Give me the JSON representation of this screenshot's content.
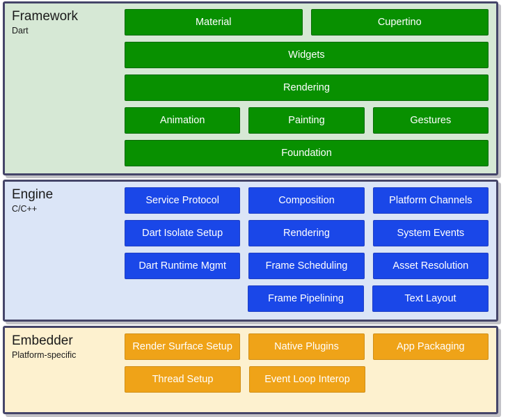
{
  "diagram": {
    "name": "Flutter architectural layers",
    "colors": {
      "framework_panel_bg": "#d6e8d5",
      "framework_box": "#089000",
      "engine_panel_bg": "#dbe5f7",
      "engine_box": "#1a47e8",
      "embedder_panel_bg": "#fdf1cf",
      "embedder_box": "#efa318",
      "panel_border": "#454569",
      "box_text": "#ffffff",
      "label_text": "#1a1a1a"
    }
  },
  "layers": [
    {
      "id": "framework",
      "title": "Framework",
      "subtitle": "Dart",
      "rows": [
        [
          {
            "label": "Material",
            "span": 3
          },
          {
            "label": "Cupertino",
            "span": 3
          }
        ],
        [
          {
            "label": "Widgets",
            "span": 6
          }
        ],
        [
          {
            "label": "Rendering",
            "span": 6
          }
        ],
        [
          {
            "label": "Animation",
            "span": 2
          },
          {
            "label": "Painting",
            "span": 2
          },
          {
            "label": "Gestures",
            "span": 2
          }
        ],
        [
          {
            "label": "Foundation",
            "span": 6
          }
        ]
      ]
    },
    {
      "id": "engine",
      "title": "Engine",
      "subtitle": "C/C++",
      "rows": [
        [
          {
            "label": "Service Protocol",
            "span": 2
          },
          {
            "label": "Composition",
            "span": 2
          },
          {
            "label": "Platform Channels",
            "span": 2
          }
        ],
        [
          {
            "label": "Dart Isolate Setup",
            "span": 2
          },
          {
            "label": "Rendering",
            "span": 2
          },
          {
            "label": "System Events",
            "span": 2
          }
        ],
        [
          {
            "label": "Dart Runtime Mgmt",
            "span": 2
          },
          {
            "label": "Frame Scheduling",
            "span": 2
          },
          {
            "label": "Asset Resolution",
            "span": 2
          }
        ],
        [
          {
            "label": "",
            "span": 2,
            "empty": true
          },
          {
            "label": "Frame Pipelining",
            "span": 2
          },
          {
            "label": "Text Layout",
            "span": 2
          }
        ]
      ]
    },
    {
      "id": "embedder",
      "title": "Embedder",
      "subtitle": "Platform-specific",
      "rows": [
        [
          {
            "label": "Render Surface Setup",
            "span": 2
          },
          {
            "label": "Native Plugins",
            "span": 2
          },
          {
            "label": "App Packaging",
            "span": 2
          }
        ],
        [
          {
            "label": "Thread Setup",
            "span": 2
          },
          {
            "label": "Event Loop Interop",
            "span": 2
          },
          {
            "label": "",
            "span": 2,
            "empty": true
          }
        ]
      ]
    }
  ]
}
